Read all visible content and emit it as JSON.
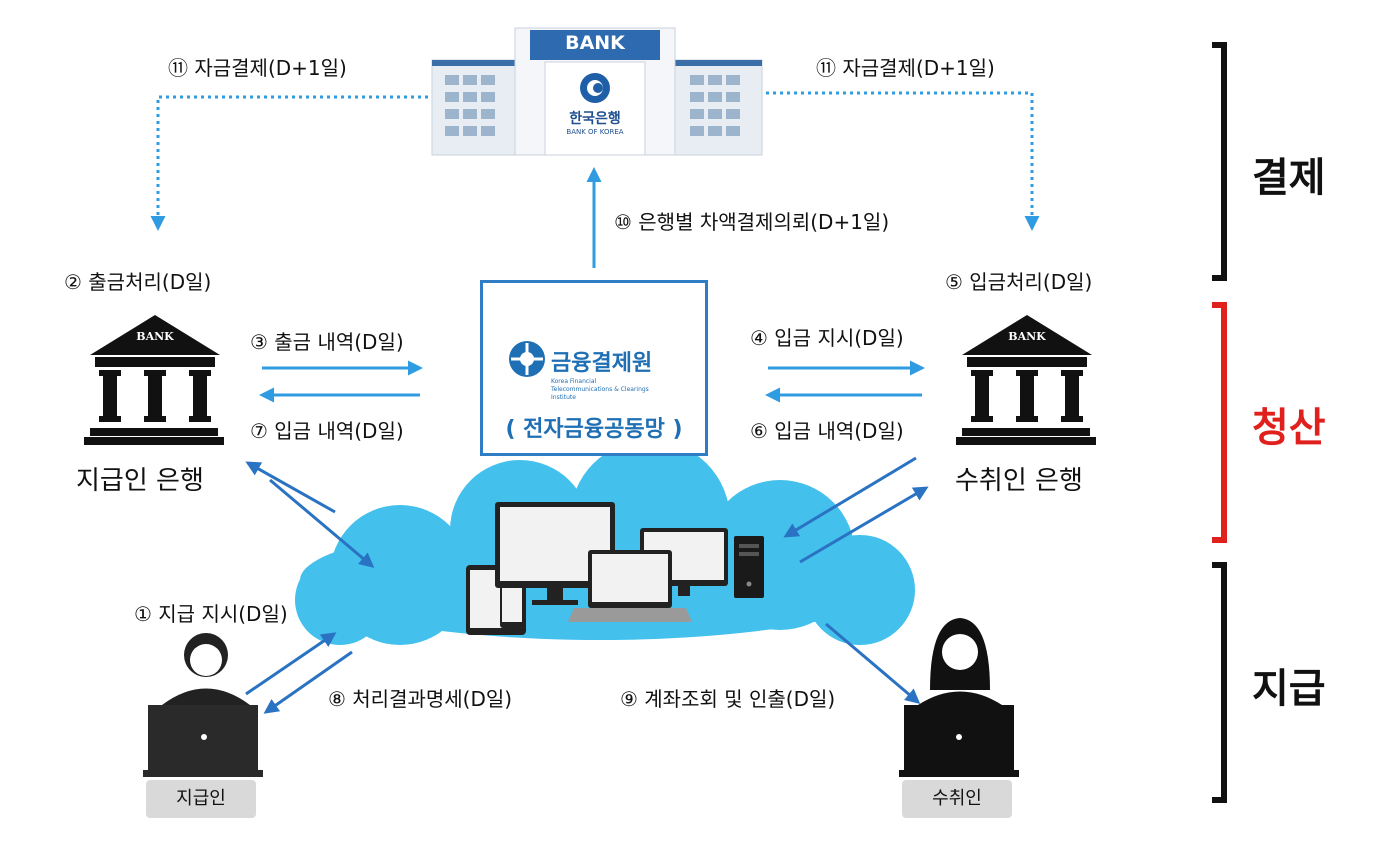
{
  "bok": {
    "sign": "BANK",
    "name_ko": "한국은행",
    "name_en": "BANK OF KOREA"
  },
  "kftc": {
    "name": "금융결제원",
    "subtitle": "Korea Financial Telecommunications & Clearings Institute",
    "network": "( 전자금융공동망 )"
  },
  "bank_sign": "BANK",
  "labels": {
    "settle_left": "⑪ 자금결제(D+1일)",
    "settle_right": "⑪ 자금결제(D+1일)",
    "netting_request": "⑩ 은행별 차액결제의뢰(D+1일)",
    "withdrawal_processing": "② 출금처리(D일)",
    "deposit_processing": "⑤ 입금처리(D일)",
    "withdrawal_details": "③ 출금 내역(D일)",
    "deposit_details_left": "⑦ 입금 내역(D일)",
    "deposit_instruction": "④ 입금 지시(D일)",
    "deposit_details_right": "⑥ 입금 내역(D일)",
    "payment_instruction": "① 지급 지시(D일)",
    "result_statement": "⑧ 처리결과명세(D일)",
    "account_inquiry": "⑨ 계좌조회 및 인출(D일)"
  },
  "payer_bank": "지급인 은행",
  "payee_bank": "수취인 은행",
  "payer": "지급인",
  "payee": "수취인",
  "sections": {
    "settlement": "결제",
    "clearing": "청산",
    "payment": "지급"
  },
  "colors": {
    "arrow_blue": "#2f9be0",
    "kftc_blue": "#1f6fb5",
    "cloud": "#43c0ec",
    "clearing_red": "#e0201c",
    "bank_black": "#111111"
  }
}
